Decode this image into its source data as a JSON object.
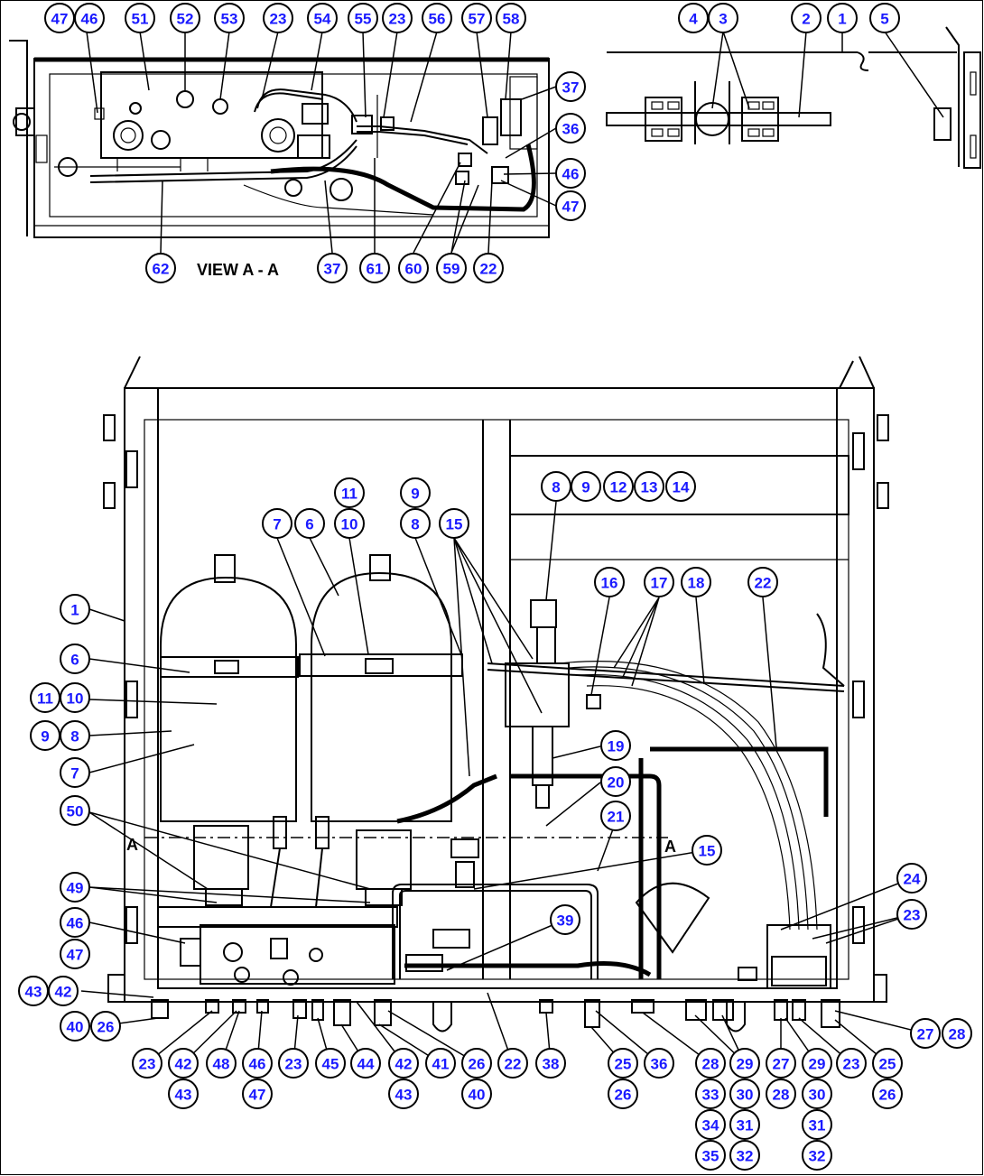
{
  "diagram": {
    "view_label": "VIEW A - A",
    "section_mark": "A",
    "callouts": [
      "47",
      "46",
      "51",
      "52",
      "53",
      "23",
      "54",
      "55",
      "23",
      "56",
      "57",
      "58",
      "37",
      "36",
      "46",
      "47",
      "62",
      "37",
      "61",
      "60",
      "59",
      "22",
      "4",
      "3",
      "2",
      "1",
      "5",
      "11",
      "9",
      "10",
      "8",
      "7",
      "6",
      "15",
      "8",
      "9",
      "12",
      "13",
      "14",
      "16",
      "17",
      "18",
      "22",
      "1",
      "6",
      "11",
      "10",
      "9",
      "8",
      "7",
      "19",
      "20",
      "21",
      "15",
      "50",
      "49",
      "46",
      "47",
      "39",
      "24",
      "23",
      "43",
      "42",
      "40",
      "26",
      "23",
      "42",
      "43",
      "48",
      "46",
      "47",
      "23",
      "45",
      "44",
      "42",
      "43",
      "41",
      "26",
      "40",
      "22",
      "38",
      "25",
      "26",
      "36",
      "28",
      "33",
      "34",
      "35",
      "29",
      "30",
      "31",
      "32",
      "27",
      "28",
      "29",
      "30",
      "31",
      "32",
      "23",
      "25",
      "26",
      "27",
      "28"
    ]
  }
}
